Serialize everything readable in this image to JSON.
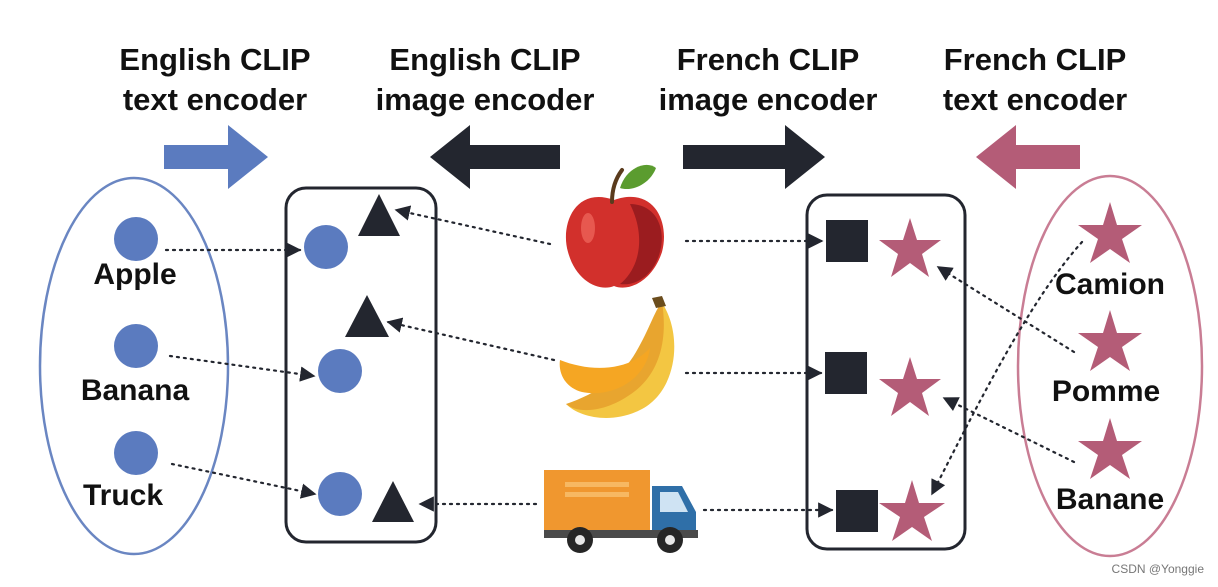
{
  "headers": {
    "english_text": [
      "English CLIP",
      "text encoder"
    ],
    "english_image": [
      "English CLIP",
      "image encoder"
    ],
    "french_image": [
      "French CLIP",
      "image encoder"
    ],
    "french_text": [
      "French CLIP",
      "text encoder"
    ]
  },
  "english_words": [
    "Apple",
    "Banana",
    "Truck"
  ],
  "french_words": [
    "Camion",
    "Pomme",
    "Banane"
  ],
  "watermark": "CSDN @Yonggie",
  "colors": {
    "english_blue": "#5b7bbf",
    "french_pink": "#b45c77",
    "image_encoder_dark": "#23262f",
    "ellipse_blue": "#6a86c2",
    "ellipse_pink": "#c97d94"
  }
}
